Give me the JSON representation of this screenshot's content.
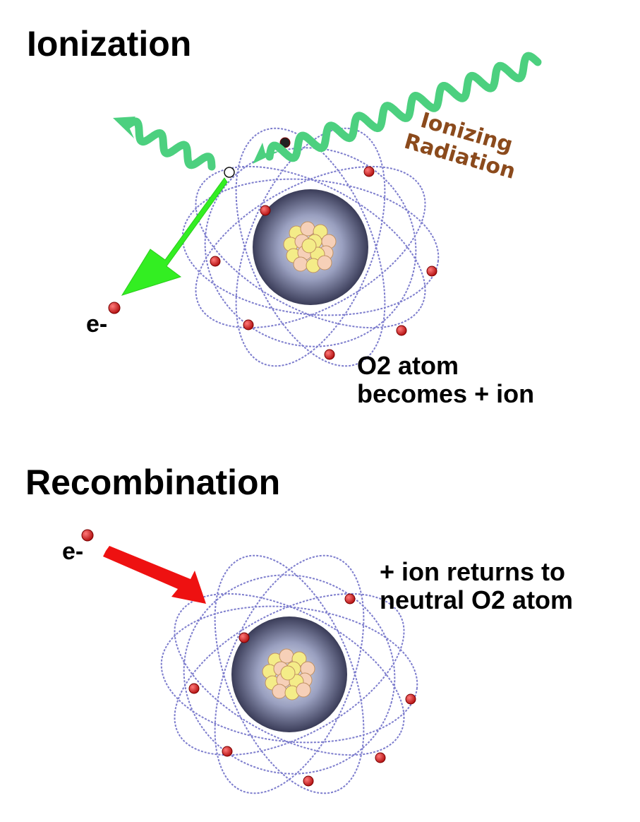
{
  "ionization": {
    "title": "Ionization",
    "radiation_label": [
      "Ionizing",
      "Radiation"
    ],
    "electron_label": "e-",
    "caption": [
      "O2 atom",
      "becomes + ion"
    ]
  },
  "recombination": {
    "title": "Recombination",
    "electron_label": "e-",
    "caption": [
      "+ ion returns to",
      "neutral O2 atom"
    ]
  },
  "colors": {
    "radiation": "#4cd07f",
    "ejection_arrow": "#33ee22",
    "recombination_arrow": "#ee1111",
    "electron": "#dd1a1a",
    "orbit": "#6f6fc8",
    "nucleus_shell": "#5e6180",
    "radiation_text": "#8b4a1c"
  }
}
